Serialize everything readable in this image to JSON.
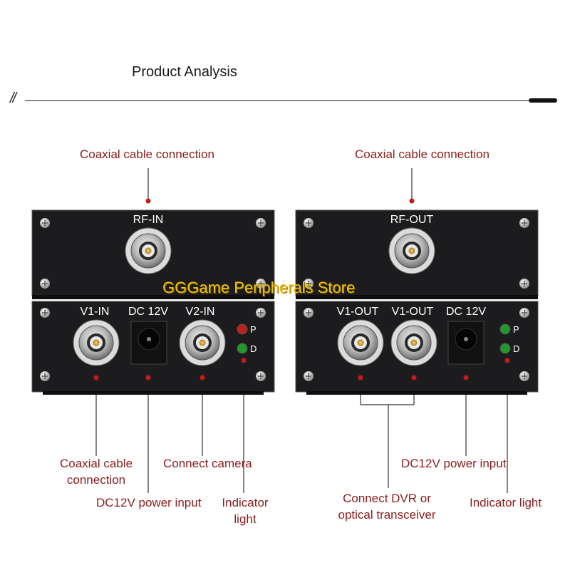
{
  "header": {
    "title": "Product Analysis",
    "divider_mark": "//"
  },
  "transmitter": {
    "top_panel": {
      "port_label": "RF-IN"
    },
    "bottom_panel": {
      "port_labels": [
        "V1-IN",
        "DC 12V",
        "V2-IN"
      ],
      "indicators": [
        {
          "letter": "P",
          "color": "#c0201a"
        },
        {
          "letter": "D",
          "color": "#1f9a2a"
        }
      ]
    },
    "callouts": {
      "top": "Coaxial cable connection",
      "coax_line1": "Coaxial cable",
      "coax_line2": "connection",
      "dc": "DC12V power input",
      "camera": "Connect camera",
      "indicator_line1": "Indicator",
      "indicator_line2": "light"
    }
  },
  "receiver": {
    "top_panel": {
      "port_label": "RF-OUT"
    },
    "bottom_panel": {
      "port_labels": [
        "V1-OUT",
        "V1-OUT",
        "DC 12V"
      ],
      "indicators": [
        {
          "letter": "P",
          "color": "#1f9a2a"
        },
        {
          "letter": "D",
          "color": "#1f9a2a"
        }
      ]
    },
    "callouts": {
      "top": "Coaxial cable connection",
      "dc": "DC12V power input",
      "dvr_line1": "Connect DVR or",
      "dvr_line2": "optical transceiver",
      "indicator": "Indicator light"
    }
  },
  "watermark": "GGGame Peripherals Store",
  "colors": {
    "callout_text": "#8a1d1d",
    "callout_dot": "#c41a1a",
    "panel": "#1c1c1e",
    "watermark": "#f0c000"
  }
}
